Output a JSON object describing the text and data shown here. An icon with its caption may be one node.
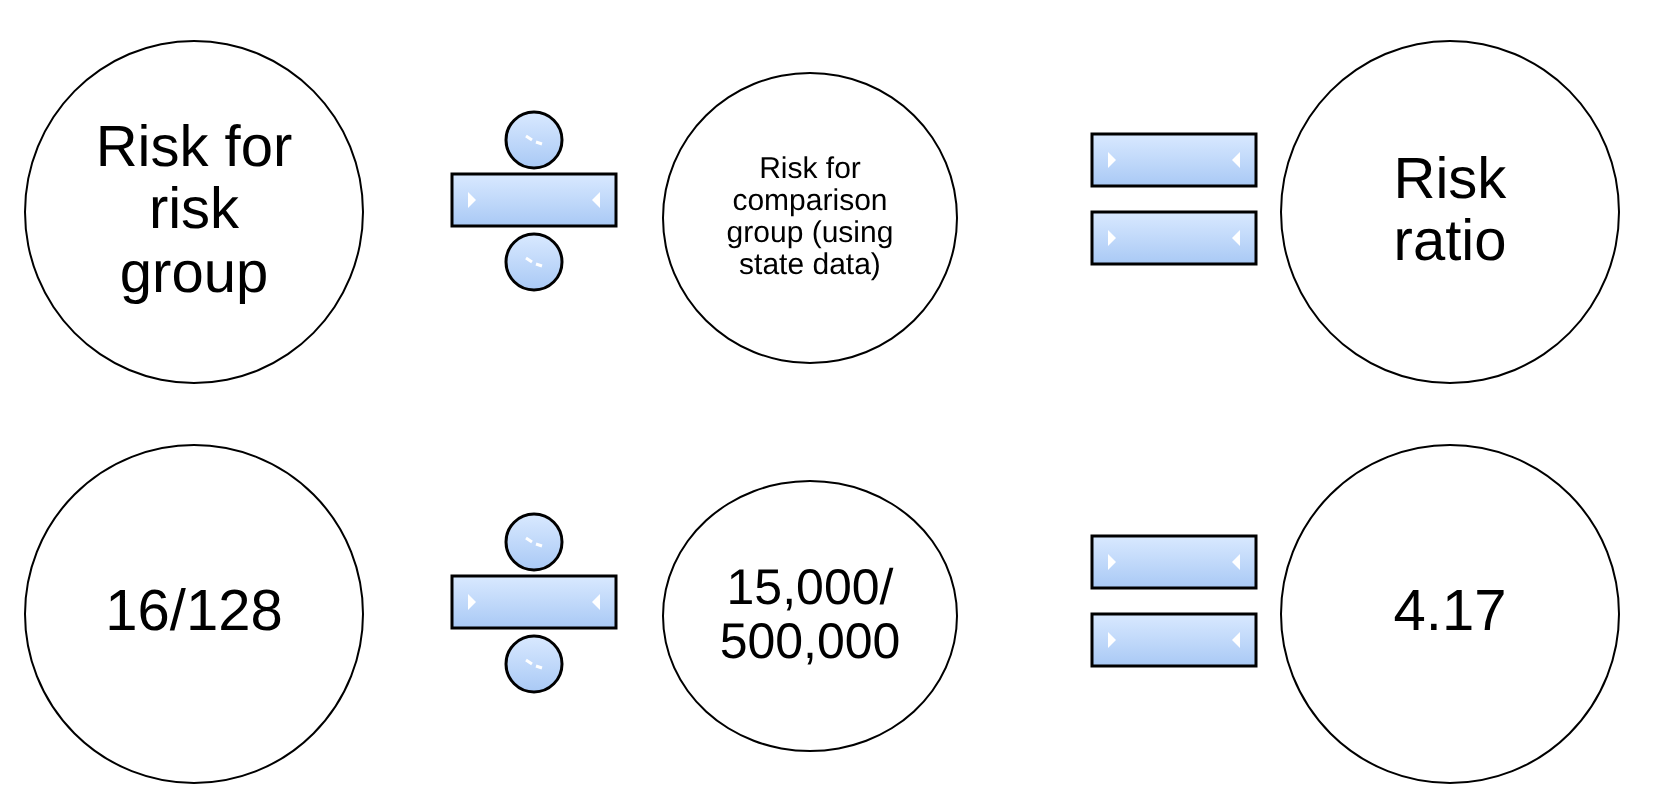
{
  "diagram": {
    "nodes": [
      {
        "text": [
          "Risk for risk group"
        ]
      },
      {
        "text": [
          "Risk for comparison group (using state data)"
        ]
      },
      {
        "text": [
          "Risk ratio"
        ]
      },
      {
        "text": [
          "16/128"
        ]
      },
      {
        "text": [
          "15,000/ 500,000"
        ]
      },
      {
        "text": [
          "4.17"
        ]
      }
    ]
  }
}
